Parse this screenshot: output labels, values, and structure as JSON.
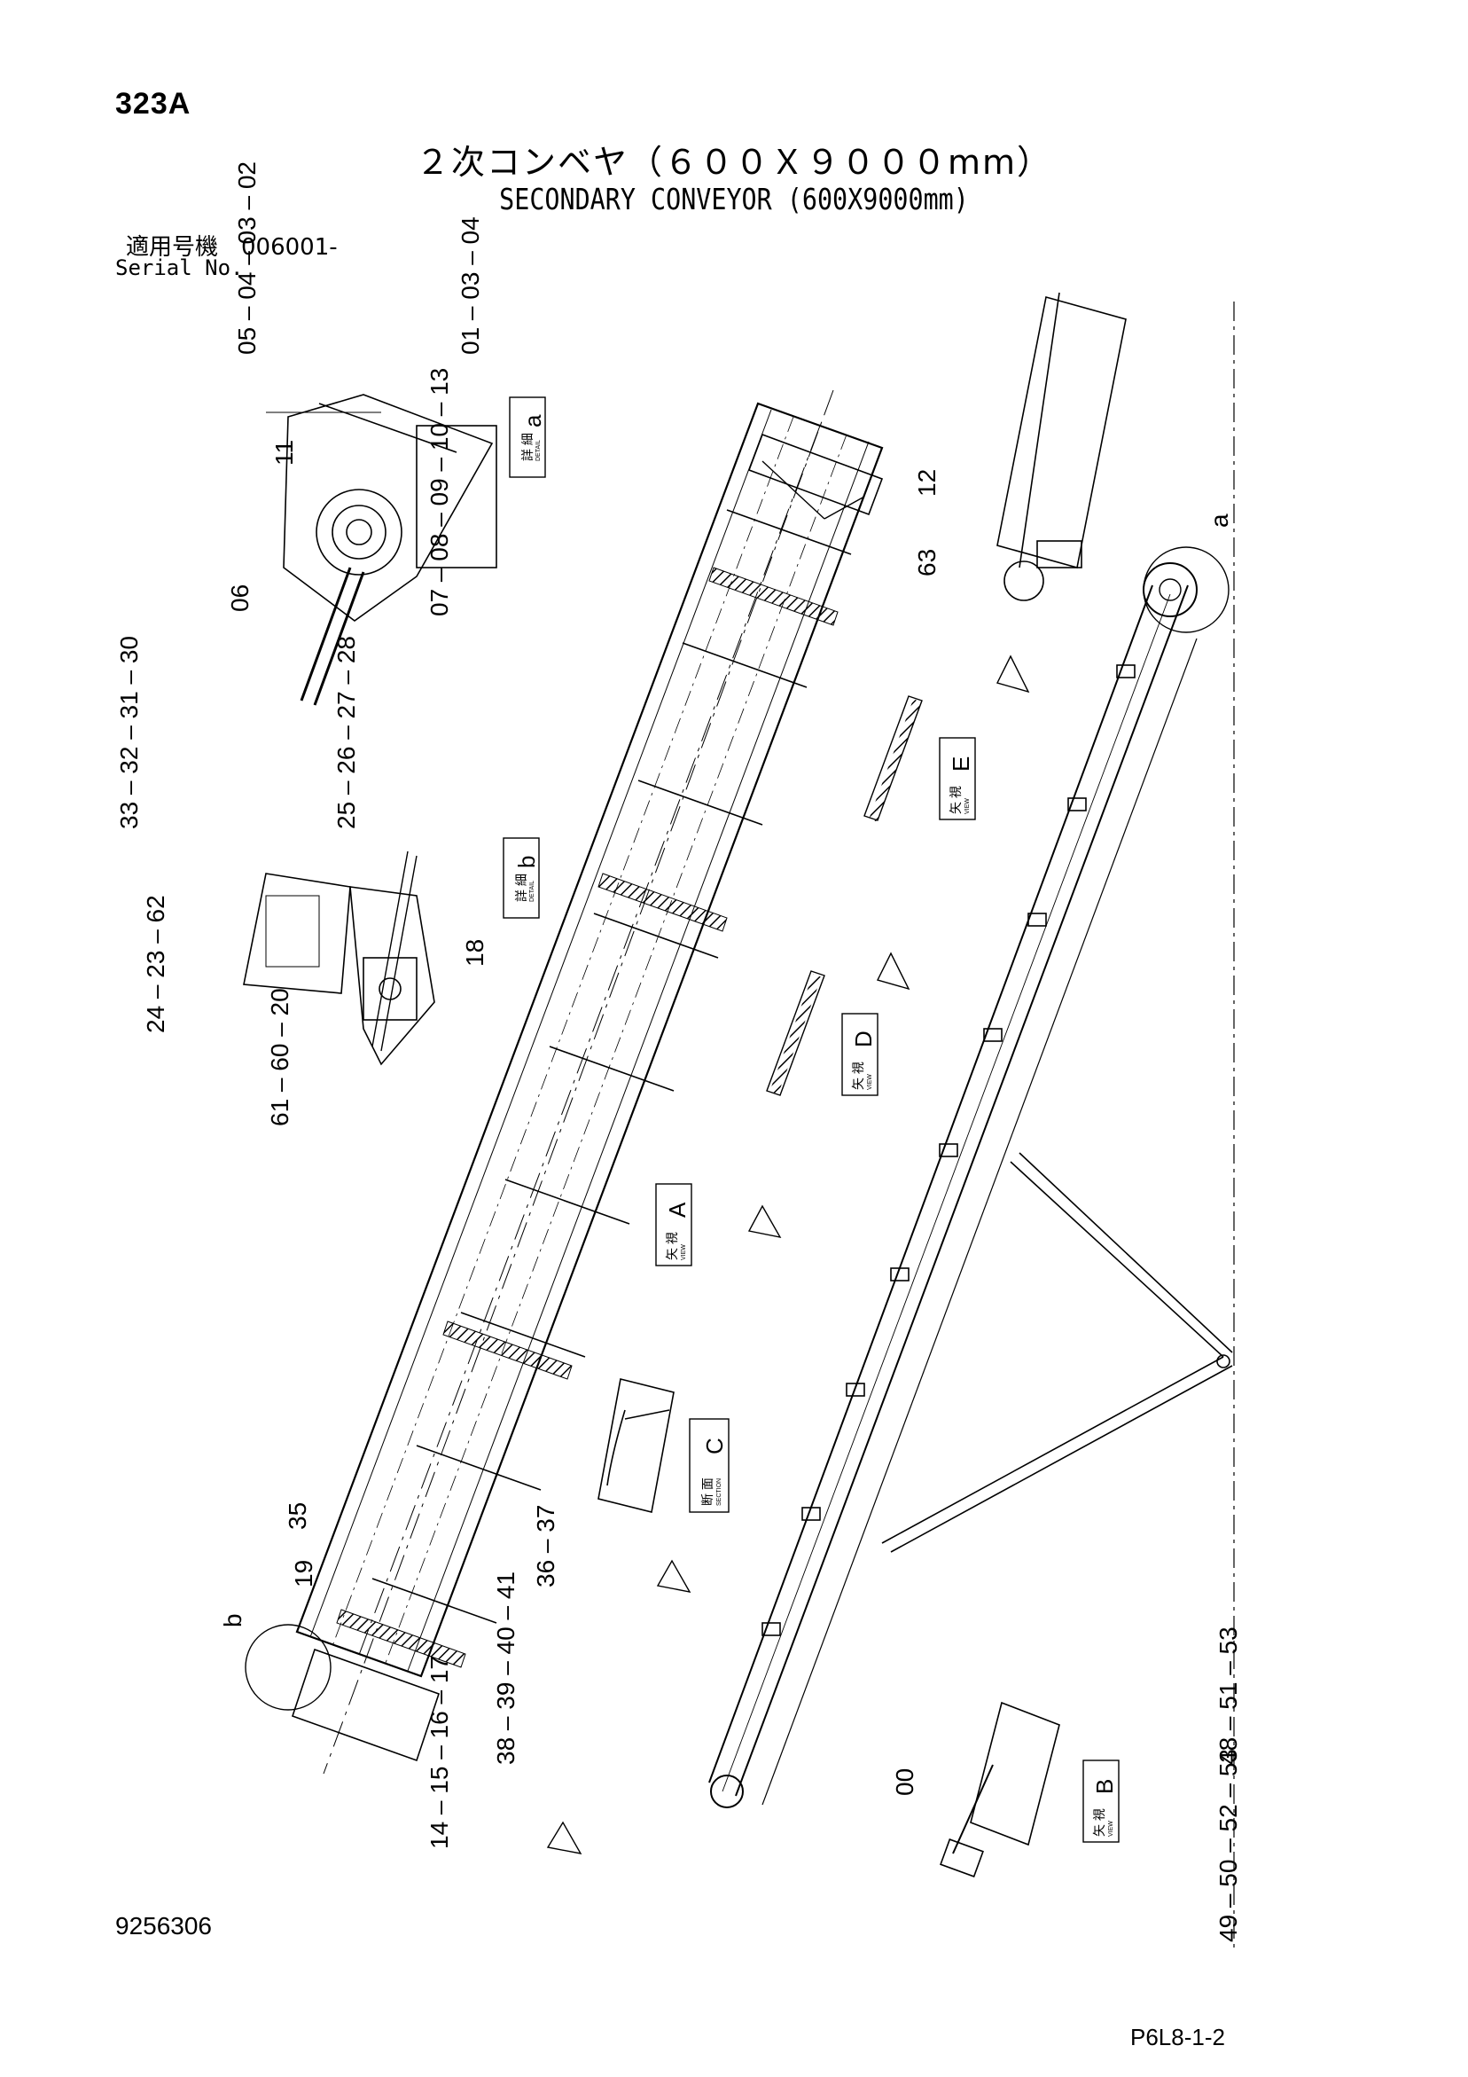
{
  "header": {
    "page_number": "323A",
    "title_jp": "２次コンベヤ（６００Ｘ９０００mm）",
    "title_en": "SECONDARY CONVEYOR (600X9000mm)",
    "serial_jp": "適用号機　006001-",
    "serial_en": "Serial No."
  },
  "footer": {
    "drawing_number": "9256306",
    "sheet_ref": "P6L8-1-2"
  },
  "callouts": {
    "detail_a_top": "05 – 04 – 03 – 02",
    "detail_a_top2": "01 – 03 – 04",
    "detail_a_11": "11",
    "detail_a_06": "06",
    "detail_a_bottom": "07 – 08 – 09 – 10 – 13",
    "detail_b_top1": "33 – 32 – 31 – 30",
    "detail_b_top2": "25 – 26 – 27 – 28",
    "detail_b_18": "18",
    "detail_b_left": "24 – 23 – 62",
    "detail_b_bottom": "61 – 60 – 20",
    "c12": "12",
    "c63": "63",
    "c35": "35",
    "c3637": "36 – 37",
    "c19": "19",
    "c_b_letter": "b",
    "c_a_letter": "a",
    "c3841": "38 – 39 – 40 – 41",
    "c1417": "14 – 15 – 16 – 17",
    "c00": "00",
    "c485153": "48 – 51 – 53",
    "c49505253": "49 – 50 – 52 – 53"
  },
  "tags": {
    "detail_jp": "詳 細",
    "detail_en": "DETAIL",
    "view_jp": "矢 視",
    "view_en": "VIEW",
    "section_jp": "断 面",
    "section_en": "SECTION",
    "letter_a": "a",
    "letter_b": "b",
    "letter_A": "A",
    "letter_B": "B",
    "letter_C": "C",
    "letter_D": "D",
    "letter_E": "E"
  }
}
